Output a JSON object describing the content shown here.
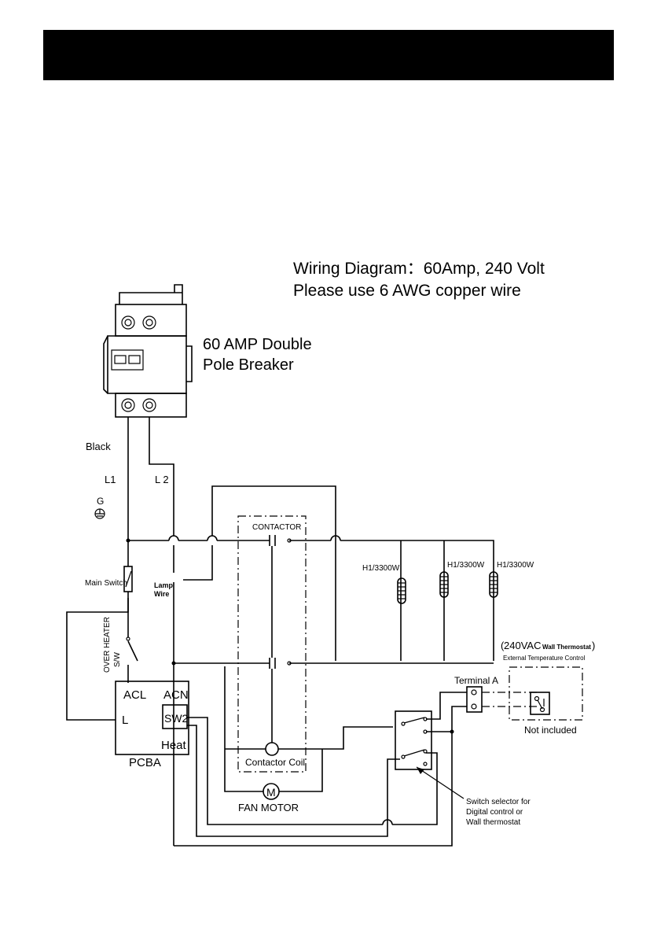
{
  "title": {
    "line1": "Wiring Diagram：60Amp,  240 Volt",
    "line2": "Please use 6 AWG copper wire"
  },
  "breaker": {
    "line1": "60 AMP Double",
    "line2": "Pole Breaker"
  },
  "wires": {
    "black": "Black",
    "l1": "L1",
    "l2": "L 2",
    "ground": "G",
    "lamp_line1": "Lamp",
    "lamp_line2": "Wire"
  },
  "components": {
    "main_switch": "Main Switch",
    "over_heater_line1": "OVER HEATER",
    "over_heater_line2": "S/W",
    "contactor": "CONTACTOR",
    "contactor_coil": "Contactor Coil",
    "fan_motor": "FAN MOTOR",
    "motor_symbol": "M"
  },
  "pcba": {
    "acl": "ACL",
    "acn": "ACN",
    "l": "L",
    "sw2": "SW2",
    "heat": "Heat",
    "label": "PCBA"
  },
  "heaters": [
    "H1/3300W",
    "H1/3300W",
    "H1/3300W"
  ],
  "thermostat": {
    "voltage": "240VAC",
    "paren_open": "(",
    "paren_close": ")",
    "name": "Wall Thermostat",
    "caption": "External Temperature Control",
    "not_included": "Not included"
  },
  "terminal": "Terminal A",
  "selector": {
    "line1": "Switch selector for",
    "line2": "Digital control or",
    "line3": "Wall thermostat"
  }
}
